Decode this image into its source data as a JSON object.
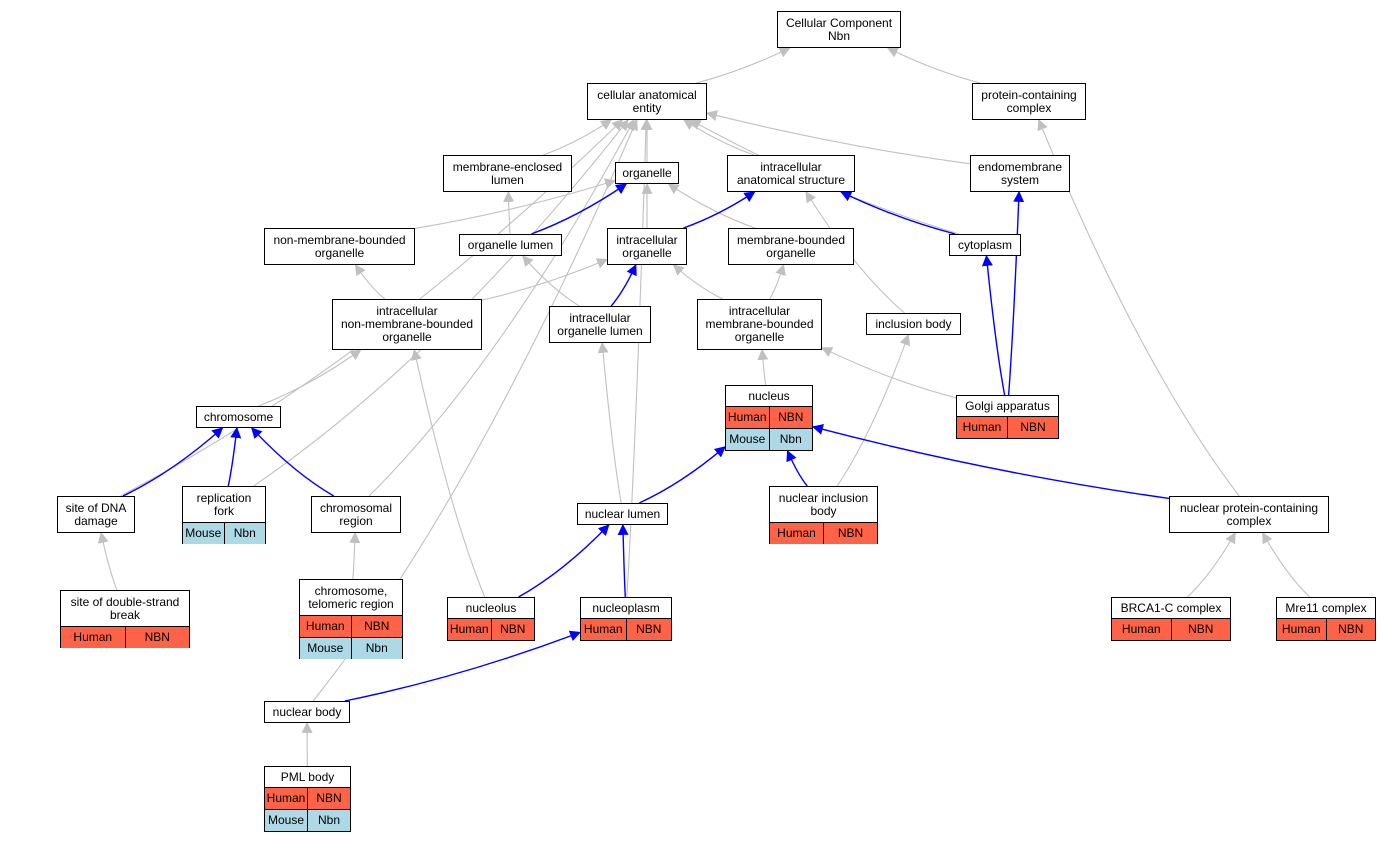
{
  "colors": {
    "is_a_edge": "#c0c0c0",
    "part_of_edge": "#0000ff",
    "human_cell": "#ff6347",
    "mouse_cell": "#add8e6"
  },
  "nodes": {
    "cellular_component": {
      "label": "Cellular Component\nNbn"
    },
    "cellular_anatomical_entity": {
      "label": "cellular anatomical\nentity"
    },
    "protein_containing_complex": {
      "label": "protein-containing\ncomplex"
    },
    "membrane_enclosed_lumen": {
      "label": "membrane-enclosed\nlumen"
    },
    "organelle": {
      "label": "organelle"
    },
    "intracellular_anatomical_structure": {
      "label": "intracellular\nanatomical structure"
    },
    "endomembrane_system": {
      "label": "endomembrane\nsystem"
    },
    "non_membrane_bounded_organelle": {
      "label": "non-membrane-bounded\norganelle"
    },
    "organelle_lumen": {
      "label": "organelle lumen"
    },
    "intracellular_organelle": {
      "label": "intracellular\norganelle"
    },
    "membrane_bounded_organelle": {
      "label": "membrane-bounded\norganelle"
    },
    "cytoplasm": {
      "label": "cytoplasm"
    },
    "intracellular_nmb_organelle": {
      "label": "intracellular\nnon-membrane-bounded\norganelle"
    },
    "intracellular_organelle_lumen": {
      "label": "intracellular\norganelle lumen"
    },
    "intracellular_mb_organelle": {
      "label": "intracellular\nmembrane-bounded\norganelle"
    },
    "inclusion_body": {
      "label": "inclusion body"
    },
    "nucleus": {
      "label": "nucleus",
      "rows": [
        [
          "Human",
          "NBN"
        ],
        [
          "Mouse",
          "Nbn"
        ]
      ]
    },
    "golgi_apparatus": {
      "label": "Golgi apparatus",
      "rows": [
        [
          "Human",
          "NBN"
        ]
      ]
    },
    "chromosome": {
      "label": "chromosome"
    },
    "site_of_dna_damage": {
      "label": "site of DNA\ndamage"
    },
    "replication_fork": {
      "label": "replication\nfork",
      "rows": [
        [
          "Mouse",
          "Nbn"
        ]
      ]
    },
    "chromosomal_region": {
      "label": "chromosomal\nregion"
    },
    "nuclear_lumen": {
      "label": "nuclear lumen"
    },
    "nuclear_inclusion_body": {
      "label": "nuclear inclusion\nbody",
      "rows": [
        [
          "Human",
          "NBN"
        ]
      ]
    },
    "nuclear_protein_containing_complex": {
      "label": "nuclear protein-containing\ncomplex"
    },
    "site_of_double_strand_break": {
      "label": "site of double-strand\nbreak",
      "rows": [
        [
          "Human",
          "NBN"
        ]
      ]
    },
    "chromosome_telomeric_region": {
      "label": "chromosome,\ntelomeric region",
      "rows": [
        [
          "Human",
          "NBN"
        ],
        [
          "Mouse",
          "Nbn"
        ]
      ]
    },
    "nucleolus": {
      "label": "nucleolus",
      "rows": [
        [
          "Human",
          "NBN"
        ]
      ]
    },
    "nucleoplasm": {
      "label": "nucleoplasm",
      "rows": [
        [
          "Human",
          "NBN"
        ]
      ]
    },
    "brca1_c_complex": {
      "label": "BRCA1-C complex",
      "rows": [
        [
          "Human",
          "NBN"
        ]
      ]
    },
    "mre11_complex": {
      "label": "Mre11 complex",
      "rows": [
        [
          "Human",
          "NBN"
        ]
      ]
    },
    "nuclear_body": {
      "label": "nuclear body"
    },
    "pml_body": {
      "label": "PML body",
      "rows": [
        [
          "Human",
          "NBN"
        ],
        [
          "Mouse",
          "Nbn"
        ]
      ]
    }
  },
  "edges": [
    {
      "from": "cellular_anatomical_entity",
      "to": "cellular_component",
      "type": "is_a"
    },
    {
      "from": "protein_containing_complex",
      "to": "cellular_component",
      "type": "is_a"
    },
    {
      "from": "membrane_enclosed_lumen",
      "to": "cellular_anatomical_entity",
      "type": "is_a"
    },
    {
      "from": "organelle",
      "to": "cellular_anatomical_entity",
      "type": "is_a"
    },
    {
      "from": "intracellular_anatomical_structure",
      "to": "cellular_anatomical_entity",
      "type": "is_a"
    },
    {
      "from": "endomembrane_system",
      "to": "cellular_anatomical_entity",
      "type": "is_a"
    },
    {
      "from": "cytoplasm",
      "to": "cellular_anatomical_entity",
      "type": "is_a"
    },
    {
      "from": "site_of_dna_damage",
      "to": "cellular_anatomical_entity",
      "type": "is_a"
    },
    {
      "from": "replication_fork",
      "to": "cellular_anatomical_entity",
      "type": "is_a"
    },
    {
      "from": "chromosomal_region",
      "to": "cellular_anatomical_entity",
      "type": "is_a"
    },
    {
      "from": "nuclear_body",
      "to": "cellular_anatomical_entity",
      "type": "is_a"
    },
    {
      "from": "nucleoplasm",
      "to": "cellular_anatomical_entity",
      "type": "is_a"
    },
    {
      "from": "organelle_lumen",
      "to": "membrane_enclosed_lumen",
      "type": "is_a"
    },
    {
      "from": "non_membrane_bounded_organelle",
      "to": "organelle",
      "type": "is_a"
    },
    {
      "from": "organelle_lumen",
      "to": "organelle",
      "type": "part_of"
    },
    {
      "from": "intracellular_organelle",
      "to": "organelle",
      "type": "is_a"
    },
    {
      "from": "membrane_bounded_organelle",
      "to": "organelle",
      "type": "is_a"
    },
    {
      "from": "intracellular_organelle",
      "to": "intracellular_anatomical_structure",
      "type": "part_of"
    },
    {
      "from": "cytoplasm",
      "to": "intracellular_anatomical_structure",
      "type": "part_of"
    },
    {
      "from": "inclusion_body",
      "to": "intracellular_anatomical_structure",
      "type": "is_a"
    },
    {
      "from": "golgi_apparatus",
      "to": "endomembrane_system",
      "type": "part_of"
    },
    {
      "from": "intracellular_nmb_organelle",
      "to": "non_membrane_bounded_organelle",
      "type": "is_a"
    },
    {
      "from": "intracellular_nmb_organelle",
      "to": "intracellular_organelle",
      "type": "is_a"
    },
    {
      "from": "intracellular_organelle_lumen",
      "to": "organelle_lumen",
      "type": "is_a"
    },
    {
      "from": "intracellular_organelle_lumen",
      "to": "intracellular_organelle",
      "type": "part_of"
    },
    {
      "from": "intracellular_mb_organelle",
      "to": "intracellular_organelle",
      "type": "is_a"
    },
    {
      "from": "intracellular_mb_organelle",
      "to": "membrane_bounded_organelle",
      "type": "is_a"
    },
    {
      "from": "golgi_apparatus",
      "to": "cytoplasm",
      "type": "part_of"
    },
    {
      "from": "chromosome",
      "to": "intracellular_nmb_organelle",
      "type": "is_a"
    },
    {
      "from": "nucleolus",
      "to": "intracellular_nmb_organelle",
      "type": "is_a"
    },
    {
      "from": "nuclear_lumen",
      "to": "intracellular_organelle_lumen",
      "type": "is_a"
    },
    {
      "from": "nucleus",
      "to": "intracellular_mb_organelle",
      "type": "is_a"
    },
    {
      "from": "golgi_apparatus",
      "to": "intracellular_mb_organelle",
      "type": "is_a"
    },
    {
      "from": "nuclear_inclusion_body",
      "to": "inclusion_body",
      "type": "is_a"
    },
    {
      "from": "nuclear_lumen",
      "to": "nucleus",
      "type": "part_of"
    },
    {
      "from": "nuclear_inclusion_body",
      "to": "nucleus",
      "type": "part_of"
    },
    {
      "from": "nuclear_protein_containing_complex",
      "to": "nucleus",
      "type": "part_of"
    },
    {
      "from": "nuclear_protein_containing_complex",
      "to": "protein_containing_complex",
      "type": "is_a"
    },
    {
      "from": "site_of_dna_damage",
      "to": "chromosome",
      "type": "part_of"
    },
    {
      "from": "replication_fork",
      "to": "chromosome",
      "type": "part_of"
    },
    {
      "from": "chromosomal_region",
      "to": "chromosome",
      "type": "part_of"
    },
    {
      "from": "site_of_double_strand_break",
      "to": "site_of_dna_damage",
      "type": "is_a"
    },
    {
      "from": "chromosome_telomeric_region",
      "to": "chromosomal_region",
      "type": "is_a"
    },
    {
      "from": "nucleolus",
      "to": "nuclear_lumen",
      "type": "part_of"
    },
    {
      "from": "nucleoplasm",
      "to": "nuclear_lumen",
      "type": "part_of"
    },
    {
      "from": "brca1_c_complex",
      "to": "nuclear_protein_containing_complex",
      "type": "is_a"
    },
    {
      "from": "mre11_complex",
      "to": "nuclear_protein_containing_complex",
      "type": "is_a"
    },
    {
      "from": "nuclear_body",
      "to": "nucleoplasm",
      "type": "part_of"
    },
    {
      "from": "pml_body",
      "to": "nuclear_body",
      "type": "is_a"
    }
  ]
}
